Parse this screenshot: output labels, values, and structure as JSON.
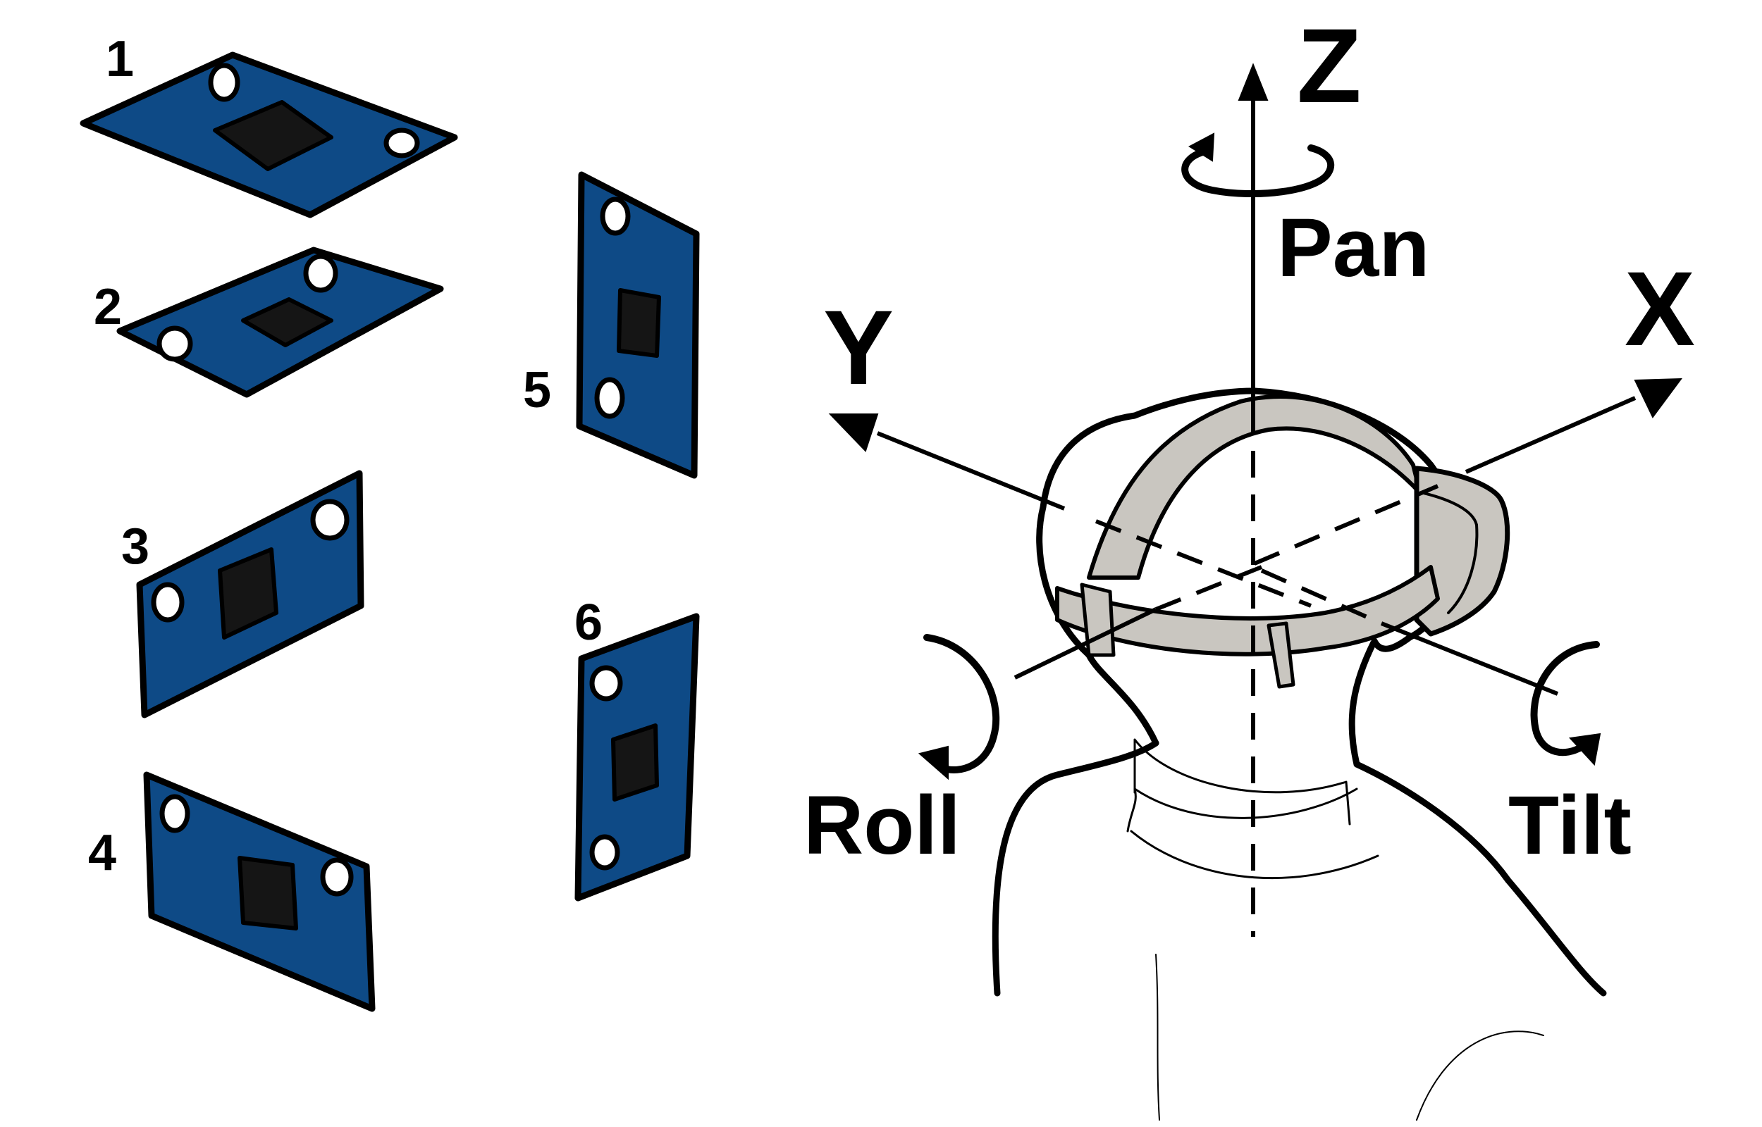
{
  "panels": [
    {
      "label": "1"
    },
    {
      "label": "2"
    },
    {
      "label": "3"
    },
    {
      "label": "4"
    },
    {
      "label": "5"
    },
    {
      "label": "6"
    }
  ],
  "axes": {
    "z": "Z",
    "y": "Y",
    "x": "X"
  },
  "rotations": {
    "pan": "Pan",
    "roll": "Roll",
    "tilt": "Tilt"
  },
  "colors": {
    "panel_fill": "#0E4A86",
    "marker": "#151515",
    "strap": "#C9C6C0",
    "ink": "#000000"
  }
}
